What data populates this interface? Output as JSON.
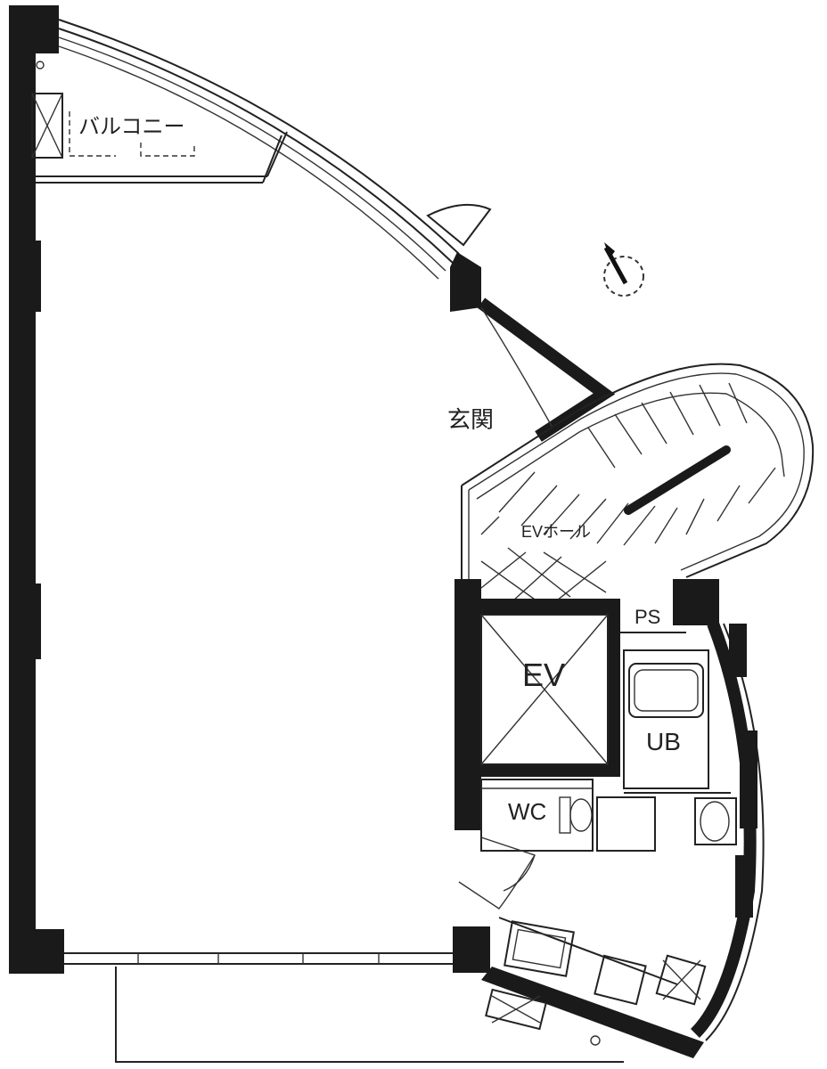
{
  "labels": {
    "balcony": "バルコニー",
    "entrance": "玄関",
    "ev_hall": "EVホール",
    "ps": "PS",
    "ev": "EV",
    "ub": "UB",
    "wc": "WC"
  },
  "icons": {
    "north_arrow": "compass-north-icon"
  },
  "colors": {
    "wall": "#1a1a1a",
    "line": "#222222",
    "background": "#ffffff"
  }
}
